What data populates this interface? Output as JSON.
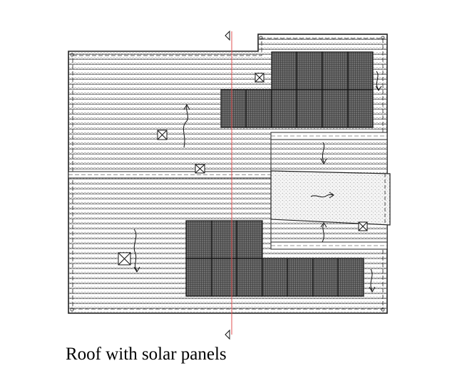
{
  "caption": "Roof with solar panels",
  "colors": {
    "line": "#222222",
    "panel_fill": "#6e6e6e",
    "section_line": "#e05050",
    "background": "#ffffff",
    "skylight_fill": "#f2f2f2"
  },
  "elements": {
    "solar_panel_count": 20,
    "roof_vent_count": 5,
    "skylight_count": 1,
    "flow_arrow_count": 7,
    "section_marker_count": 2
  }
}
